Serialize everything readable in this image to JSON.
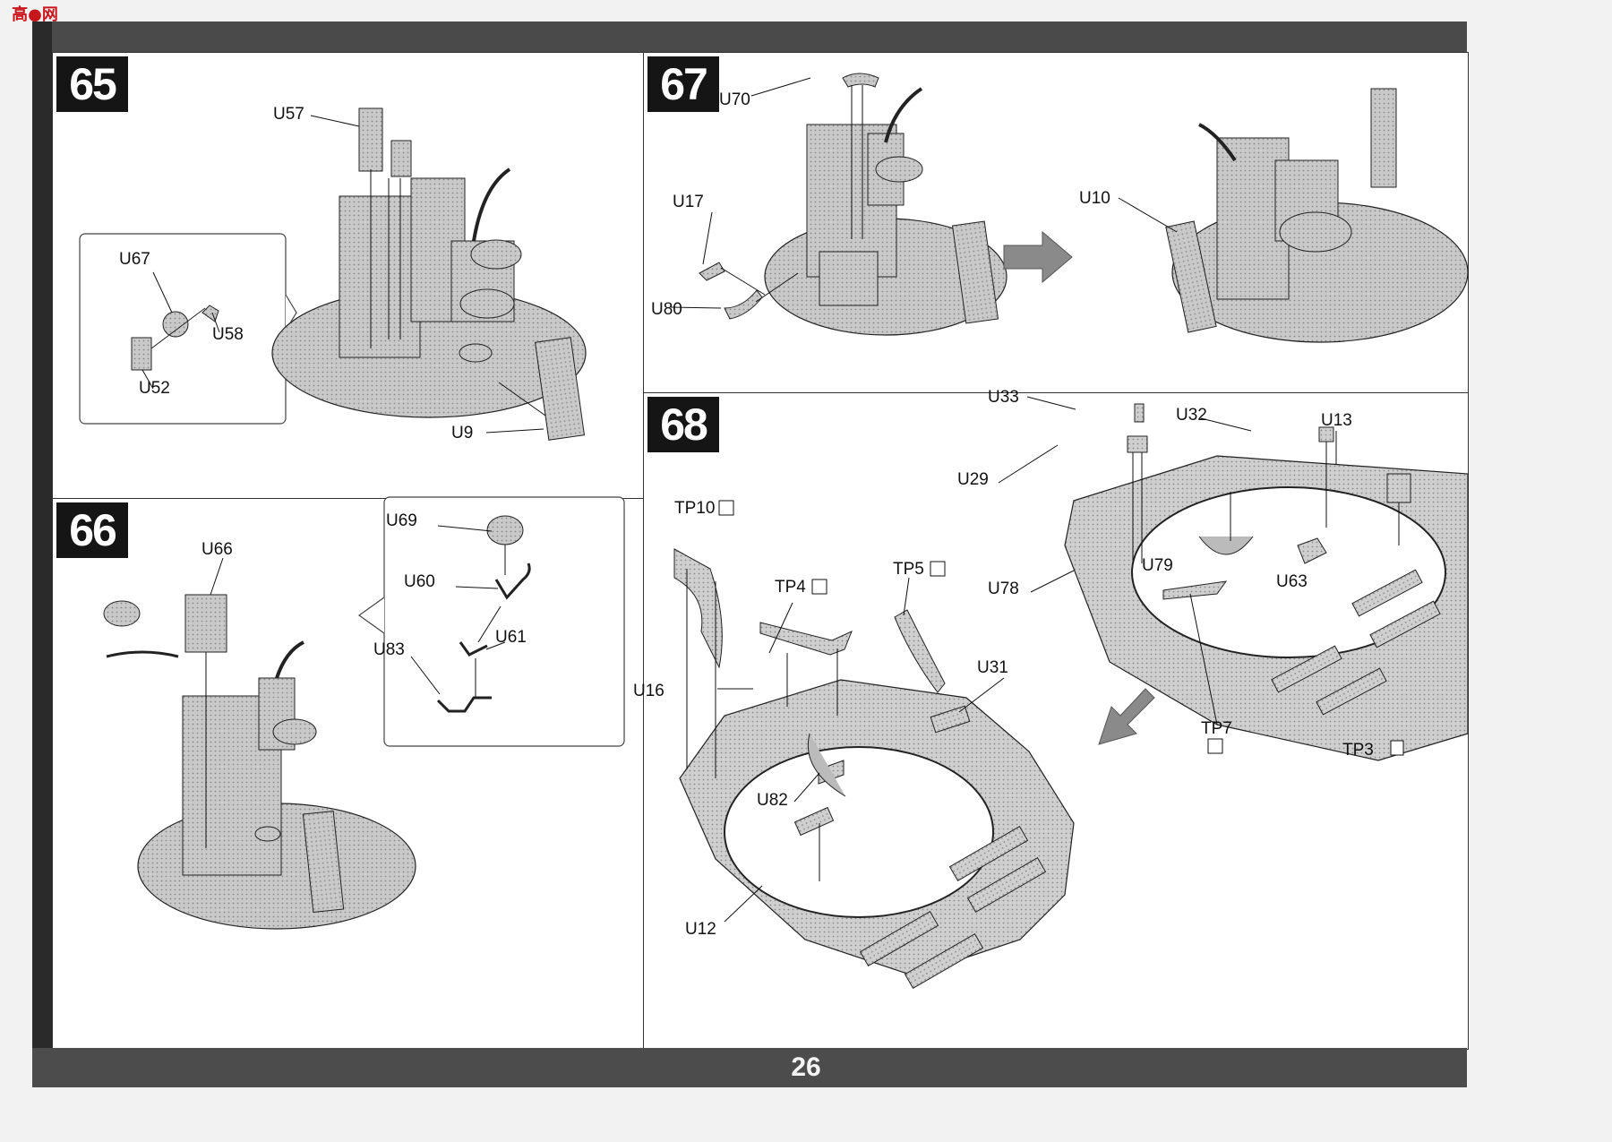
{
  "page": {
    "number": "26",
    "logo_text": "高●网"
  },
  "steps": {
    "s65": {
      "number": "65",
      "labels": {
        "u57": "U57",
        "u67": "U67",
        "u58": "U58",
        "u52": "U52",
        "u9": "U9"
      }
    },
    "s66": {
      "number": "66",
      "labels": {
        "u66": "U66",
        "u69": "U69",
        "u60": "U60",
        "u61": "U61",
        "u83": "U83"
      }
    },
    "s67": {
      "number": "67",
      "labels": {
        "u70": "U70",
        "u17": "U17",
        "u80": "U80",
        "u10": "U10"
      }
    },
    "s68": {
      "number": "68",
      "labels": {
        "u33": "U33",
        "u32": "U32",
        "u13": "U13",
        "u29": "U29",
        "u79": "U79",
        "u63": "U63",
        "u78": "U78",
        "tp7": "TP7",
        "tp3": "TP3",
        "tp10": "TP10",
        "tp4": "TP4",
        "tp5": "TP5",
        "u31": "U31",
        "u16": "U16",
        "u82": "U82",
        "u12": "U12"
      }
    }
  },
  "icons": [
    "glue-warning-icon",
    "arrow-right-icon",
    "arrow-down-left-icon"
  ],
  "colors": {
    "band": "#4a4a4a",
    "step_badge": "#151515",
    "paper": "#ffffff",
    "part_fill": "#bdbdbd"
  }
}
